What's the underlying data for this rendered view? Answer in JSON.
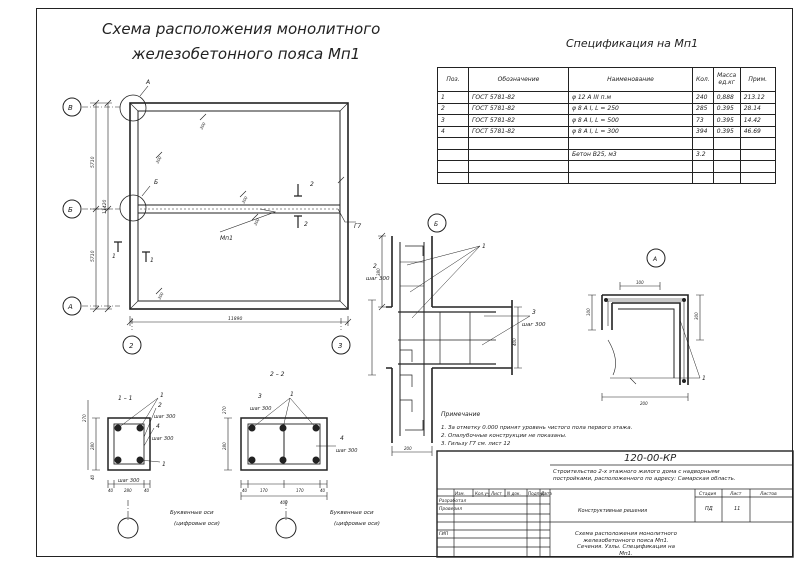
{
  "titles": {
    "main_line1": "Схема расположения монолитного",
    "main_line2": "железобетонного пояса Мп1",
    "spec": "Спецификация на Мп1"
  },
  "spec_table": {
    "headers": [
      "Поз.",
      "Обозначение",
      "Наименование",
      "Кол.",
      "Масса ед.кг",
      "Прим."
    ],
    "rows": [
      [
        "1",
        "ГОСТ 5781-82",
        "φ 12 A III п.м",
        "240",
        "0,888",
        "213.12"
      ],
      [
        "2",
        "ГОСТ 5781-82",
        "φ 8 A I, L = 250",
        "285",
        "0.395",
        "28.14"
      ],
      [
        "3",
        "ГОСТ 5781-82",
        "φ 8 A I, L = 500",
        "73",
        "0.395",
        "14.42"
      ],
      [
        "4",
        "ГОСТ 5781-82",
        "φ 8 A I, L = 300",
        "394",
        "0.395",
        "46.69"
      ],
      [
        "",
        "",
        "",
        "",
        "",
        ""
      ],
      [
        "",
        "",
        "Бетон B25, м3",
        "3.2",
        "",
        ""
      ],
      [
        "",
        "",
        "",
        "",
        "",
        ""
      ],
      [
        "",
        "",
        "",
        "",
        "",
        ""
      ]
    ]
  },
  "plan": {
    "axis_labels": [
      "В",
      "Б",
      "А",
      "2",
      "3"
    ],
    "callouts": [
      "А",
      "Б",
      "Мп1",
      "Г7"
    ],
    "section_marks": [
      "1",
      "1",
      "2",
      "2"
    ],
    "dims_vertical": [
      "5710",
      "11420",
      "5710"
    ],
    "dim_horizontal": "11890",
    "pitch_labels": [
      "300",
      "300",
      "300",
      "300",
      "300"
    ]
  },
  "node_b": {
    "label": "Б",
    "leader": "1",
    "leader2": "2",
    "pitch": "шаг 300",
    "leader3": "3",
    "pitch3": "шаг 300",
    "dims": [
      "380",
      "200",
      "400"
    ]
  },
  "node_a": {
    "label": "А",
    "leader": "1",
    "dims": [
      "100",
      "300",
      "100",
      "200"
    ]
  },
  "section_11": {
    "title": "1 – 1",
    "leaders": [
      "1",
      "2",
      "4",
      "1"
    ],
    "pitches": [
      "шаг 300",
      "шаг 300",
      "шаг 300"
    ],
    "dims": [
      "270",
      "280",
      "40",
      "40",
      "280",
      "40"
    ],
    "note_line1": "Буквенные оси",
    "note_line2": "(цифровые оси)"
  },
  "section_22": {
    "title": "2 – 2",
    "leaders": [
      "3",
      "1",
      "4"
    ],
    "pitches": [
      "шаг 300",
      "шаг 300"
    ],
    "dims": [
      "270",
      "280",
      "40",
      "170",
      "170",
      "40",
      "400"
    ],
    "note_line1": "Буквенные оси",
    "note_line2": "(цифровые оси)"
  },
  "notes": {
    "heading": "Примечание",
    "lines": [
      "1. За отметку 0.000 принят уровень чистого пола первого этажа.",
      "2. Опалубочные конструкции не показаны.",
      "3. Гильзу Г7 см. лист 12"
    ]
  },
  "title_block": {
    "code": "120-00-КР",
    "project": "Строительство 2-х этажного жилого дома с надворными постройками, расположенного по адресу: Самарская область.",
    "columns": [
      "Изм.",
      "Кол.уч",
      "Лист",
      "N док.",
      "Подпись",
      "Дата"
    ],
    "roles": [
      "Разработал",
      "Проверил",
      "",
      "",
      "ГИП"
    ],
    "section": "Конструктивные решения",
    "stage_header": "Стадия",
    "sheet_header": "Лист",
    "sheets_header": "Листов",
    "stage": "ПД",
    "sheet": "11",
    "sheets": "",
    "drawing_name": "Схема расположения монолитного железобетонного пояса Мп1. Сечения. Узлы. Спецификация на Мп1."
  }
}
